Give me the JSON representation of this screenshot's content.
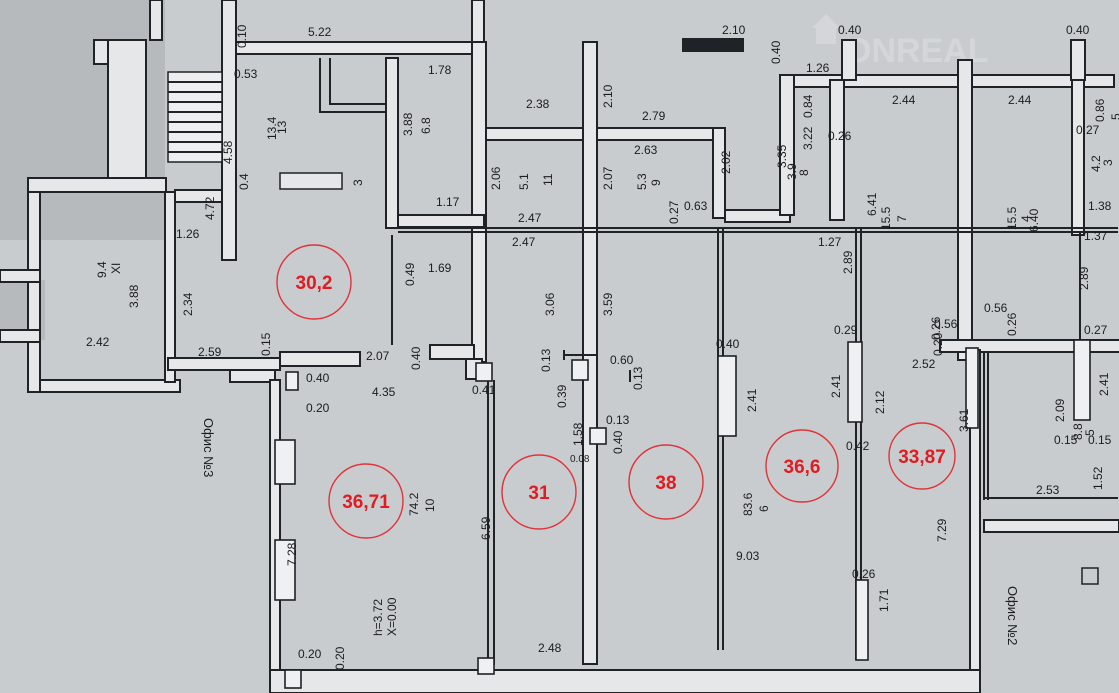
{
  "watermark": "ONREAL",
  "room_areas": [
    "30,2",
    "36,71",
    "31",
    "38",
    "36,6",
    "33,87"
  ],
  "dimensions": [
    "5.22",
    "0.10",
    "0.53",
    "1.78",
    "2.38",
    "2.10",
    "2.79",
    "2.10",
    "0.40",
    "0.40",
    "1.26",
    "2.44",
    "0.40",
    "2.44",
    "0.86",
    "0.84",
    "3.22",
    "0.26",
    "0.27",
    "3.35",
    "2.63",
    "2.02",
    "4.58",
    "4.72",
    "1.26",
    "3.88",
    "2.42",
    "2.34",
    "0.15",
    "2.59",
    "2.07",
    "0.40",
    "0.40",
    "0.20",
    "4.35",
    "1.17",
    "1.69",
    "0.49",
    "2.06",
    "2.07",
    "2.47",
    "2.47",
    "0.27",
    "0.63",
    "1.27",
    "6.41",
    "6.40",
    "1.38",
    "1.37",
    "2.89",
    "2.89",
    "3.06",
    "3.59",
    "0.13",
    "0.39",
    "0.60",
    "0.13",
    "0.41",
    "0.13",
    "1.58",
    "0.08",
    "0.40",
    "0.40",
    "2.41",
    "2.41",
    "0.29",
    "0.42",
    "2.12",
    "0.56",
    "0.26",
    "0.20",
    "2.52",
    "0.56",
    "0.26",
    "0.27",
    "2.09",
    "2.41",
    "3.61",
    "0.15",
    "0.15",
    "1.52",
    "2.53",
    "7.28",
    "6.59",
    "9.03",
    "7.29",
    "0.26",
    "1.71",
    "2.48",
    "0.20",
    "0.20",
    "X=0.00",
    "h=3.72"
  ],
  "room_labels": [
    "13",
    "13.4",
    "6.8",
    "3.88",
    "3",
    "11",
    "5.1",
    "9",
    "5.3",
    "8",
    "3.9",
    "7",
    "15.5",
    "4",
    "15.5",
    "3",
    "4.2",
    "XI",
    "9.4",
    "10",
    "74.2",
    "6",
    "83.6",
    "5",
    "8.8",
    "5",
    "0.4"
  ],
  "office_labels": [
    "Офис №3",
    "Офис №2"
  ]
}
